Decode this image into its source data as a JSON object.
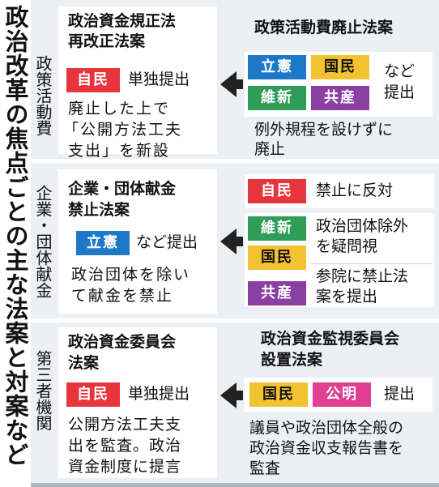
{
  "title": "政治改革の焦点ごとの主な法案と対案など",
  "sections": [
    {
      "category": "政策活動費",
      "left": {
        "heading": [
          "政治資金規正法",
          "再改正法案"
        ],
        "badge": "自民",
        "badge_note": "単独提出",
        "body": [
          "廃止した上で",
          "「公開方法工夫",
          "支出」を新設"
        ]
      },
      "right": {
        "heading": [
          "政策活動費廃止法案"
        ],
        "badges": [
          "立憲",
          "国民",
          "維新",
          "共産"
        ],
        "badge_note": [
          "など",
          "提出"
        ],
        "body": [
          "例外規程を設けずに",
          "廃止"
        ]
      }
    },
    {
      "category": "企業・団体献金",
      "left": {
        "heading": [
          "企業・団体献金",
          "禁止法案"
        ],
        "badge": "立憲",
        "badge_note": "など提出",
        "body": [
          "政治団体を除い",
          "て献金を禁止"
        ]
      },
      "right": {
        "rows": [
          {
            "badges": [
              "自民"
            ],
            "note": [
              "禁止に反対"
            ]
          },
          {
            "badges": [
              "維新",
              "国民"
            ],
            "note": [
              "政治団体除外",
              "を疑問視"
            ]
          },
          {
            "badges": [
              "共産"
            ],
            "note": [
              "参院に禁止法",
              "案を提出"
            ]
          }
        ]
      }
    },
    {
      "category": "第三者機関",
      "left": {
        "heading": [
          "政治資金委員会",
          "法案"
        ],
        "badge": "自民",
        "badge_note": "単独提出",
        "body": [
          "公開方法工夫支",
          "出を監査。政治",
          "資金制度に提言"
        ]
      },
      "right": {
        "heading": [
          "政治資金監視委員会",
          "設置法案"
        ],
        "badges": [
          "国民",
          "公明"
        ],
        "badge_note": [
          "提出"
        ],
        "body": [
          "議員や政治団体全般の",
          "政治資金収支報告書を",
          "監査"
        ]
      }
    }
  ],
  "colors": {
    "自民": "#e8353d",
    "立憲": "#1e78c8",
    "国民": "#f2c230",
    "維新": "#2f9c58",
    "共産": "#8c3fa3",
    "公明": "#e03f92",
    "band": "#ecf0f5"
  }
}
